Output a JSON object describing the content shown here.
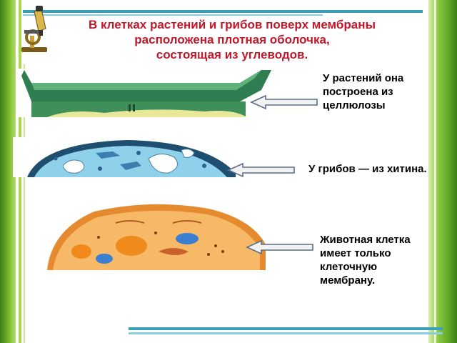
{
  "slide": {
    "title_lines": [
      "В клетках растений и грибов поверх мембраны",
      "расположена плотная оболочка,",
      "состоящая из углеводов."
    ],
    "captions": {
      "plant": [
        "У растений она",
        "построена из",
        "целлюлозы"
      ],
      "fungi": "У грибов — из хитина.",
      "animal": [
        "Животная клетка",
        "имеет только",
        "клеточную",
        "мембрану."
      ]
    },
    "icons": {
      "decor": "microscope-icon",
      "pointer": "arrow-left-icon"
    },
    "colors": {
      "title": "#c0182a",
      "plant_wall": "#3f8f5a",
      "fungi_cell": "#8fd0ea",
      "animal_cell": "#f7b968",
      "frame_green": "#7cbc2e",
      "frame_blue": "#3aa0b8"
    }
  }
}
